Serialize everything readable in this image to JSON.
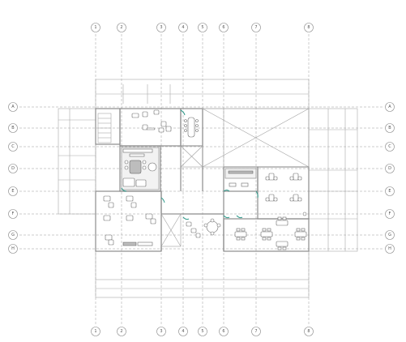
{
  "grid": {
    "columns": [
      "1",
      "2",
      "3",
      "4",
      "5",
      "6",
      "7",
      "8"
    ],
    "rows": [
      "A",
      "B",
      "C",
      "D",
      "E",
      "F",
      "G",
      "H"
    ]
  },
  "colors": {
    "line": "#9a9a9a",
    "wall": "#8c8c8c",
    "door_accent": "#2c9a8a",
    "room_fill": "#f2f2f2"
  }
}
